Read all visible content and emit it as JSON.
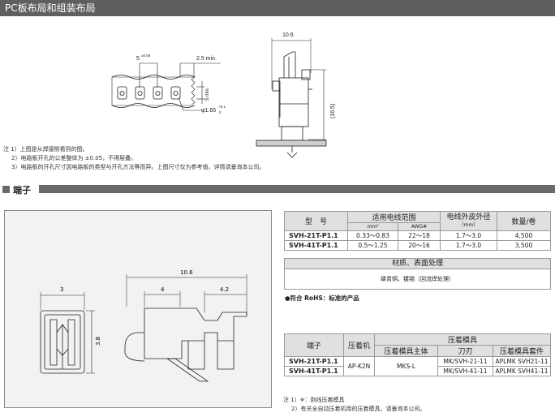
{
  "pcb_section": {
    "title": "PC板布局和组装布局",
    "dims": {
      "pitch": "5",
      "pitch_tol": "±0.05",
      "min_edge": "2.5 min.",
      "min_vert": "5 min.",
      "hole_dia": "φ1.65",
      "hole_tol_upper": "+0.1",
      "hole_tol_lower": "0",
      "width": "10.6",
      "height": "(16.5)"
    },
    "notes": [
      "注 1）上图是从焊接侧看到的图。",
      "2）电路板开孔的公差整体为 ±0.05，不得层叠。",
      "3）电路板的开孔尺寸因电路板的类型与开孔方法等而异。上图尺寸仅为参考值，详情请垂询本公司。"
    ]
  },
  "terminal_section": {
    "title": "端子",
    "drawing_dims": {
      "width": "3",
      "height": "3.8",
      "length": "10.6",
      "dim_a": "4",
      "dim_b": "4.2"
    }
  },
  "spec_table": {
    "headers": {
      "model": "型　号",
      "wire_range": "适用电线范围",
      "mm2": "mm²",
      "awg": "AWG#",
      "outer_dia": "电线外皮外径",
      "outer_dia_unit": "（mm）",
      "qty": "数量/卷"
    },
    "rows": [
      {
        "model": "SVH-21T-P1.1",
        "mm2": "0.33～0.83",
        "awg": "22～18",
        "dia": "1.7～3.0",
        "qty": "4,500"
      },
      {
        "model": "SVH-41T-P1.1",
        "mm2": "0.5～1.25",
        "awg": "20～16",
        "dia": "1.7～3.0",
        "qty": "3,500"
      }
    ]
  },
  "material": {
    "header": "材质、表面处理",
    "value": "磷青铜、镀锡（回流焊处理）"
  },
  "rohs": "●符合 RoHS：标准的产品",
  "tool_table": {
    "headers": {
      "terminal": "端子",
      "crimper": "压着机",
      "mold": "压着模具",
      "mold_main": "压着模具主体",
      "blade": "刀刃",
      "kit": "压着模具套件"
    },
    "crimper_value": "AP-K2N",
    "mold_main_value": "MKS-L",
    "rows": [
      {
        "terminal": "SVH-21T-P1.1",
        "blade": "MK/SVH-21-11",
        "kit": "APLMK SVH21-11"
      },
      {
        "terminal": "SVH-41T-P1.1",
        "blade": "MK/SVH-41-11",
        "kit": "APLMK SVH41-11"
      }
    ]
  },
  "notes_bottom": [
    "注 1）※：剥线压着模具",
    "2）有关全自动压着机用的压着模具，请垂询本公司。"
  ]
}
